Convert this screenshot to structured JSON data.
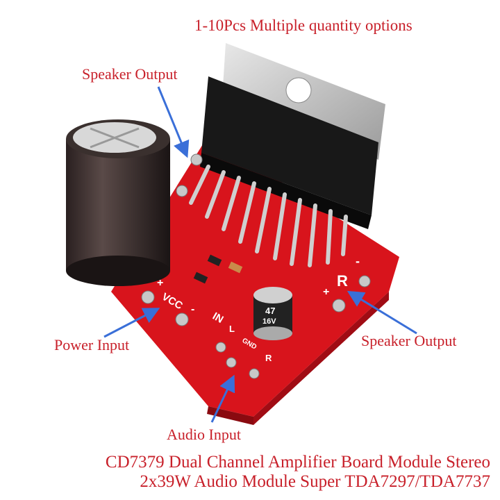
{
  "header": {
    "quantity_note": "1-10Pcs Multiple quantity options"
  },
  "callouts": {
    "speaker_output_left": "Speaker Output",
    "power_input": "Power Input",
    "speaker_output_right": "Speaker Output",
    "audio_input": "Audio Input"
  },
  "board_markings": {
    "vcc": "VCC",
    "plus": "+",
    "minus": "-",
    "in": "IN",
    "l": "L",
    "gnd": "GND",
    "r": "R",
    "cap_value": "47",
    "cap_voltage": "16V"
  },
  "title": {
    "line1": "CD7379 Dual Channel Amplifier Board Module Stereo",
    "line2": "2x39W Audio Module Super TDA7297/TDA7737"
  },
  "colors": {
    "text": "#c8202a",
    "arrow": "#3a6fd8",
    "board": "#d8141c"
  }
}
